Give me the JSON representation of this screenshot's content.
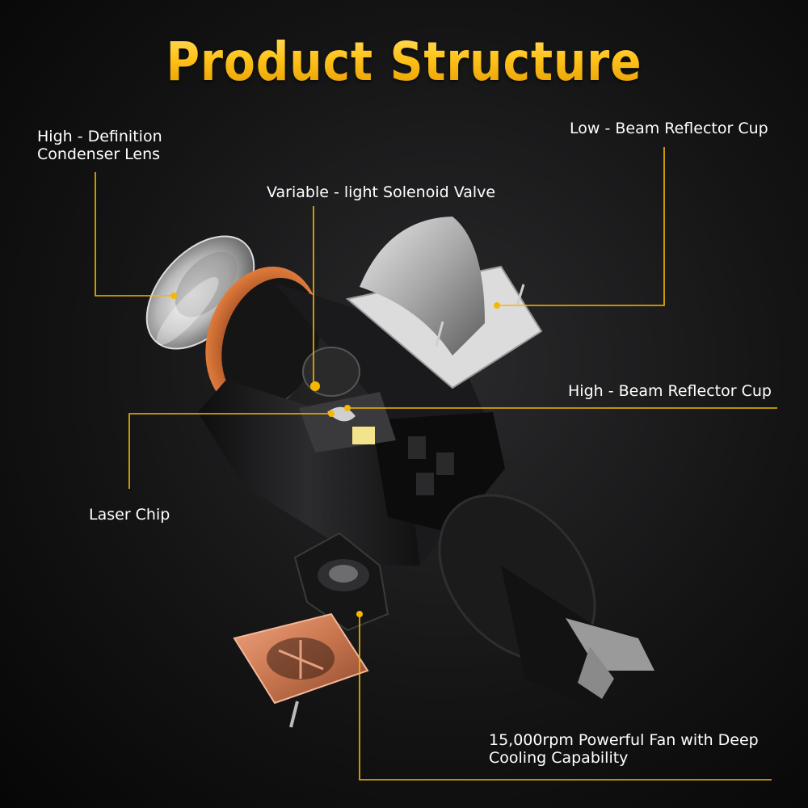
{
  "title": "Product Structure",
  "labels": {
    "lens": [
      "High - Definition",
      "Condenser Lens"
    ],
    "low_beam": "Low - Beam Reflector Cup",
    "solenoid": "Variable - light Solenoid Valve",
    "high_beam": "High - Beam Reflector Cup",
    "laser_chip": "Laser Chip",
    "fan": [
      "15,000rpm Powerful Fan with Deep",
      "Cooling Capability"
    ]
  },
  "colors": {
    "accent": "#f5b800",
    "copper": "#c8754e",
    "housing": "#1c1c1e",
    "label_text": "#ffffff"
  }
}
